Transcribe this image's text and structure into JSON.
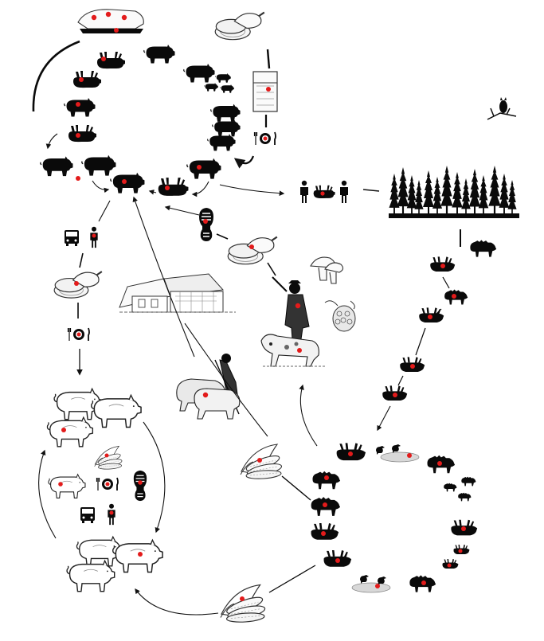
{
  "figure": {
    "type": "transmission-cycle-diagram",
    "infection_marker_color": "#e31b1b",
    "silhouette_color": "#0a0a0a",
    "outline_color": "#222222",
    "background_color": "#ffffff"
  },
  "icons": [
    "domestic-pig-cycle",
    "wild-boar-cycle",
    "backyard-pig-cycle",
    "bus-icon",
    "person-icon",
    "pork-ham-icon",
    "plate-fork-knife-icon",
    "boot-print-icon",
    "farmhouse-icon",
    "shepherd-with-sheep-icon",
    "hunter-with-dog-icon",
    "mushroom-icon",
    "raspberry-icon",
    "corn-cob-icon",
    "forest-icon",
    "owl-on-branch-icon",
    "crow-on-carcass-icon",
    "fridge-icon",
    "hikers-with-carcass-icon"
  ]
}
